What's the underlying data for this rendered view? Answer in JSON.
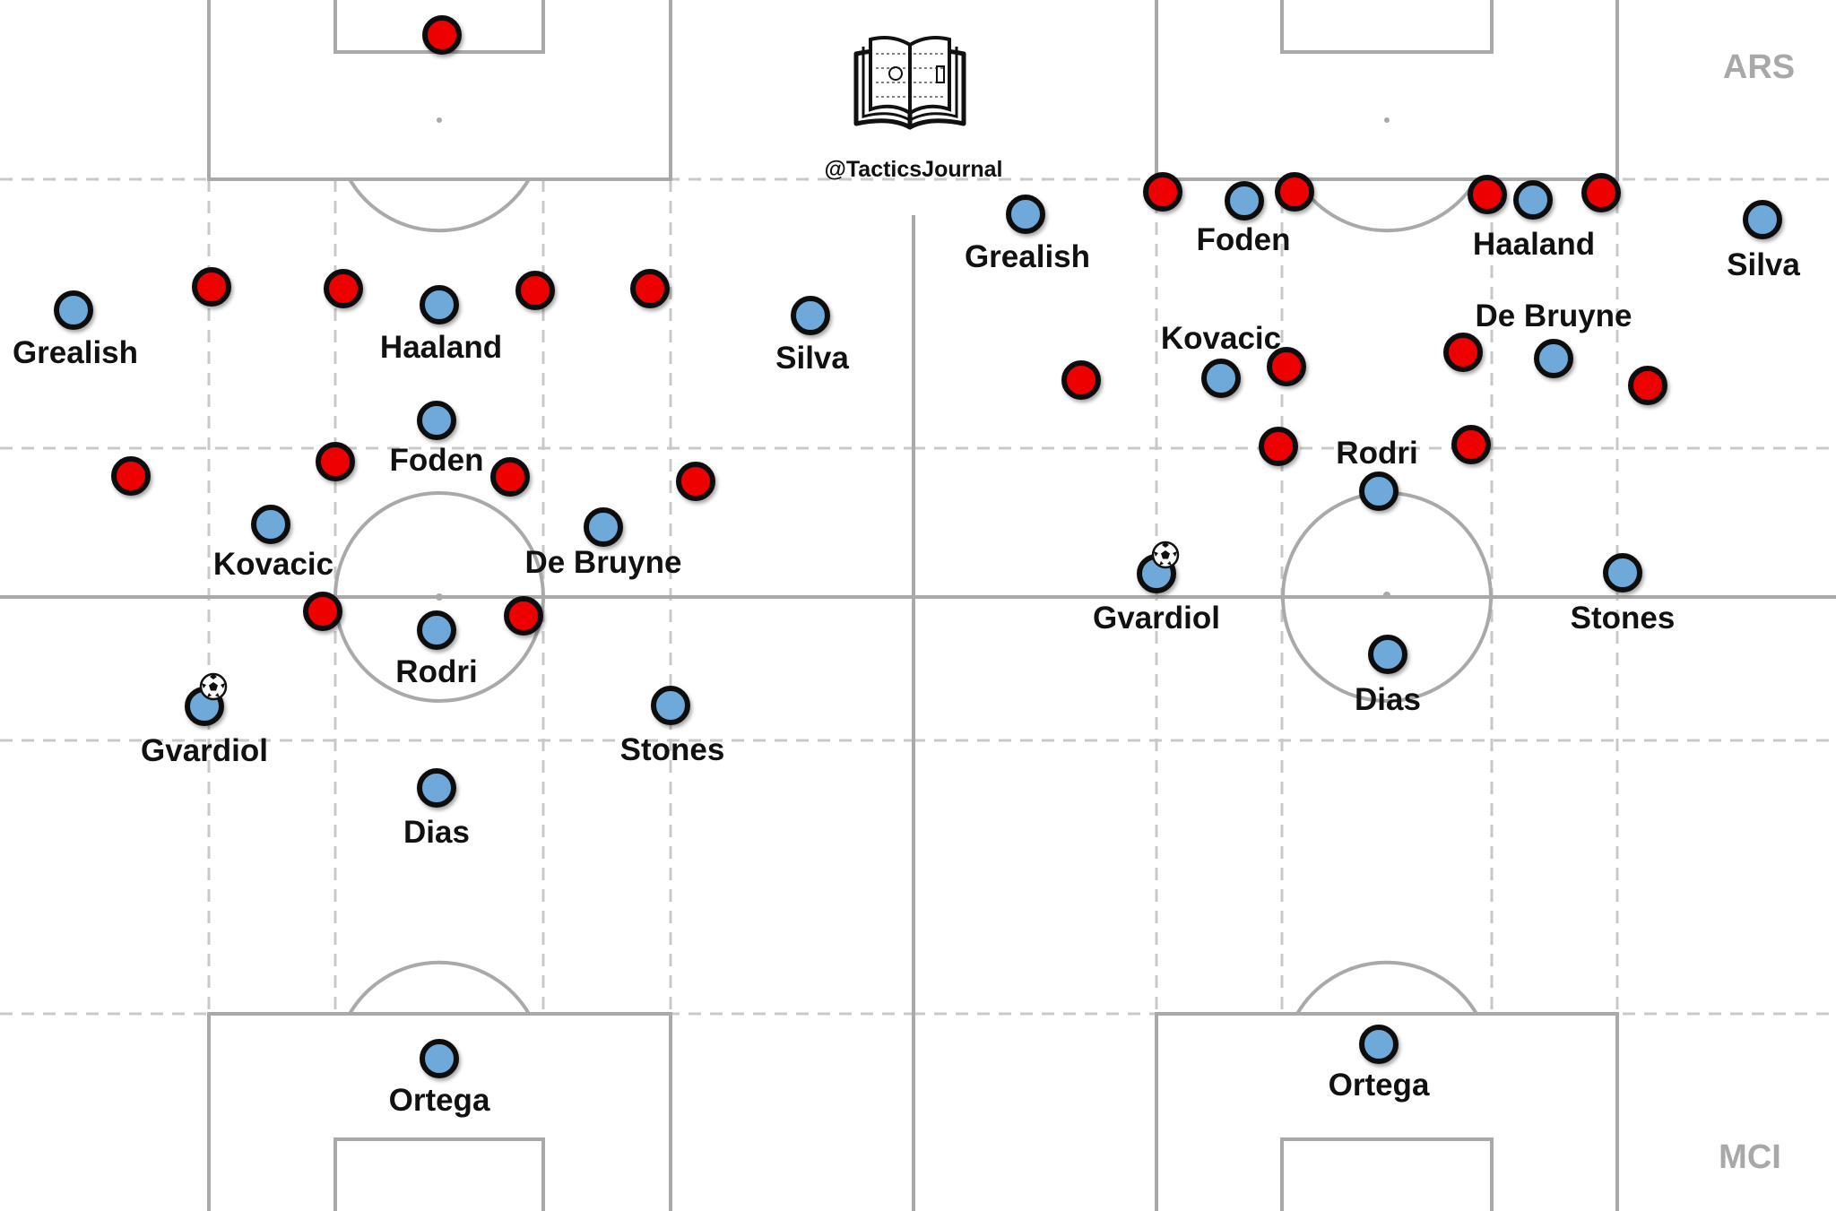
{
  "branding": {
    "handle": "@TacticsJournal",
    "logo_icon": "open-book-pitch-icon"
  },
  "teams": {
    "top": "ARS",
    "bottom": "MCI",
    "colors": {
      "ARS": "#ee0000",
      "MCI": "#6ea9d9"
    }
  },
  "ball_icon": "football-icon",
  "left_panel": {
    "mci_players": [
      {
        "name": "Grealish"
      },
      {
        "name": "Haaland"
      },
      {
        "name": "Silva"
      },
      {
        "name": "Foden"
      },
      {
        "name": "Kovacic"
      },
      {
        "name": "De Bruyne"
      },
      {
        "name": "Rodri"
      },
      {
        "name": "Gvardiol"
      },
      {
        "name": "Stones"
      },
      {
        "name": "Dias"
      },
      {
        "name": "Ortega"
      }
    ],
    "ars_player_count": 11
  },
  "right_panel": {
    "mci_players": [
      {
        "name": "Grealish"
      },
      {
        "name": "Foden"
      },
      {
        "name": "Haaland"
      },
      {
        "name": "Silva"
      },
      {
        "name": "Kovacic"
      },
      {
        "name": "De Bruyne"
      },
      {
        "name": "Rodri"
      },
      {
        "name": "Gvardiol"
      },
      {
        "name": "Stones"
      },
      {
        "name": "Dias"
      },
      {
        "name": "Ortega"
      }
    ],
    "ars_player_count": 10
  }
}
